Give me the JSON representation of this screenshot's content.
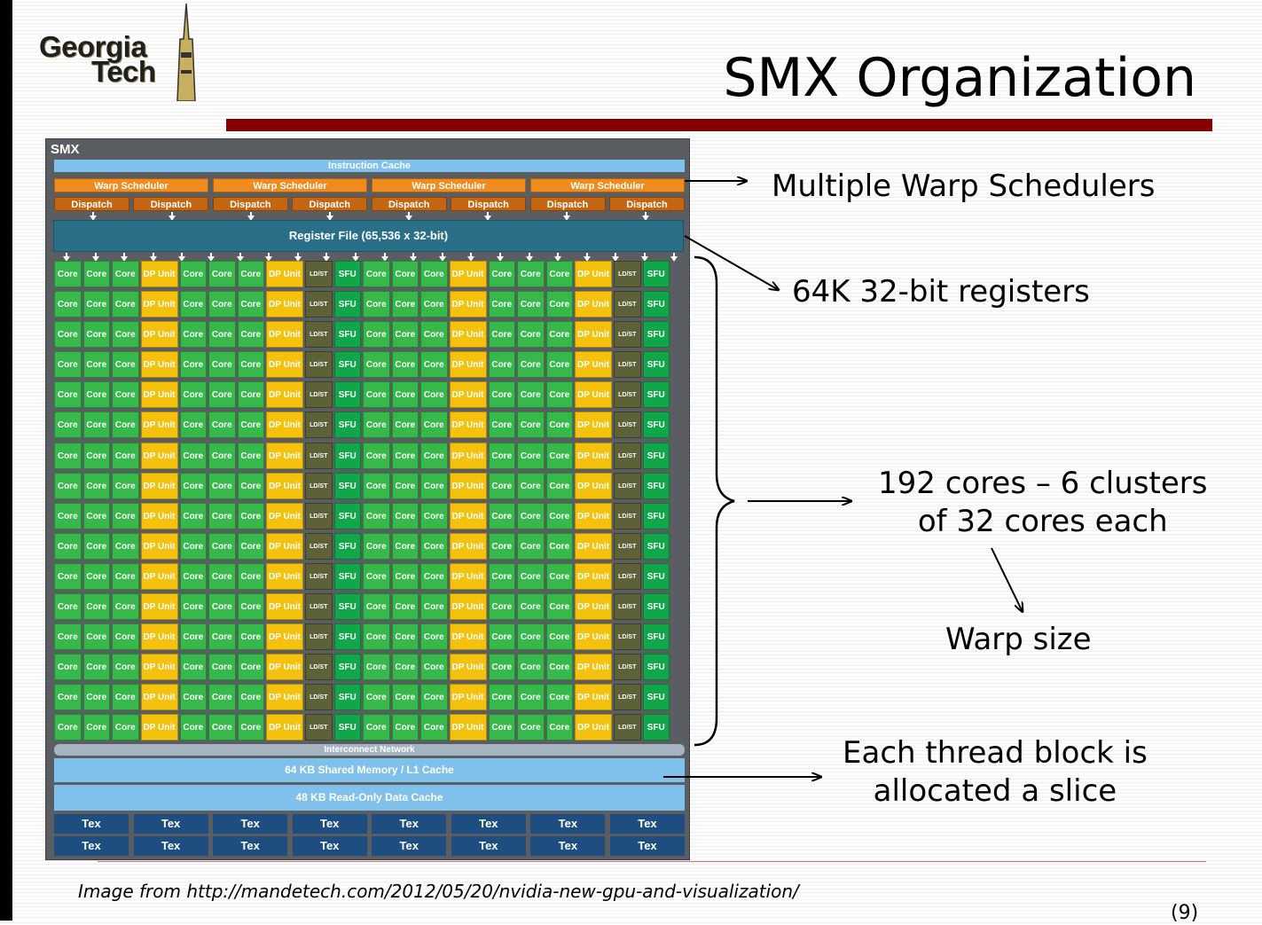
{
  "slide": {
    "title": "SMX Organization",
    "page_number": "(9)",
    "caption": "Image from http://mandetech.com/2012/05/20/nvidia-new-gpu-and-visualization/",
    "accent_color": "#850000"
  },
  "logo": {
    "line1": "Georgia",
    "line2": "Tech",
    "icon": "tech-tower-icon"
  },
  "diagram": {
    "label": "SMX",
    "instruction_cache": "Instruction Cache",
    "warp_scheduler_label": "Warp Scheduler",
    "dispatch_label": "Dispatch",
    "register_file": "Register File (65,536 x 32-bit)",
    "unit_labels": {
      "core": "Core",
      "dp": "DP Unit",
      "ldst": "LD/ST",
      "sfu": "SFU"
    },
    "grid_rows": 16,
    "row_pattern": [
      "core",
      "core",
      "core",
      "dp",
      "core",
      "core",
      "core",
      "dp",
      "ldst",
      "sfu",
      "core",
      "core",
      "core",
      "dp",
      "core",
      "core",
      "core",
      "dp",
      "ldst",
      "sfu"
    ],
    "interconnect": "Interconnect Network",
    "shared_memory": "64 KB Shared Memory / L1 Cache",
    "readonly_cache": "48 KB Read-Only Data Cache",
    "tex_label": "Tex",
    "colors": {
      "core": "#36b84a",
      "dp": "#f4c10d",
      "ldst": "#5d6137",
      "sfu": "#10a74a",
      "warp_scheduler": "#f08b1e",
      "dispatch": "#c4650f",
      "register_file": "#2a6f88",
      "cache": "#7fc1ea",
      "tex": "#1d4e7f"
    }
  },
  "annotations": {
    "warp_schedulers": "Multiple Warp Schedulers",
    "registers": "64K 32-bit registers",
    "cores_line1": "192 cores – 6 clusters",
    "cores_line2": "of 32 cores each",
    "warp_size": "Warp size",
    "thread_block_line1": "Each thread block is",
    "thread_block_line2": "allocated a slice"
  }
}
